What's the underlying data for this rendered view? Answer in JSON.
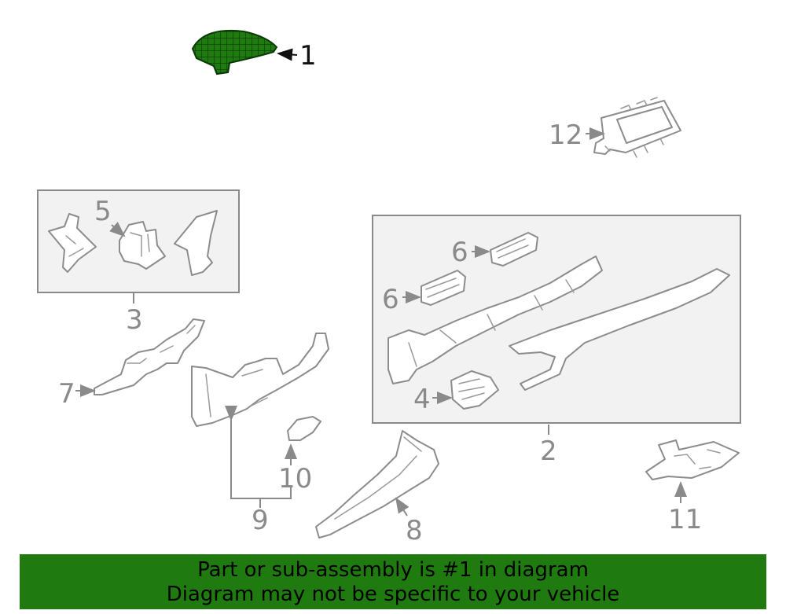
{
  "diagram": {
    "callouts": {
      "c1": "1",
      "c2": "2",
      "c3": "3",
      "c4": "4",
      "c5": "5",
      "c6a": "6",
      "c6b": "6",
      "c7": "7",
      "c8": "8",
      "c9": "9",
      "c10": "10",
      "c11": "11",
      "c12": "12"
    },
    "highlight_color": "#1f7a0f"
  },
  "banner": {
    "line1": "Part or sub-assembly is #1 in diagram",
    "line2": "Diagram may not be specific to your vehicle",
    "background": "#1f7a0f"
  }
}
